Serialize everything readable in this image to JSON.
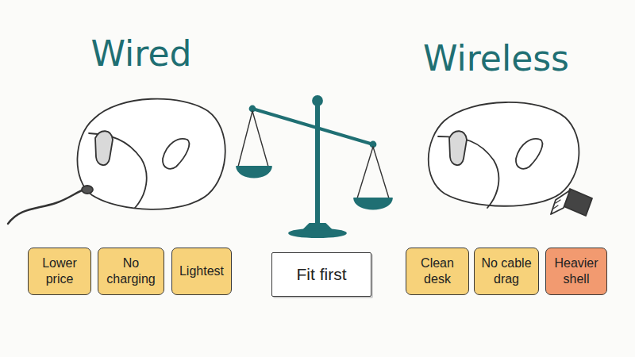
{
  "diagram": {
    "nodes": [
      {
        "text": [
          "Lower price"
        ]
      },
      {
        "text": [
          "No charging"
        ]
      },
      {
        "text": [
          "Lightest"
        ]
      },
      {
        "text": [
          "Fit first"
        ]
      },
      {
        "text": [
          "Clean desk"
        ]
      },
      {
        "text": [
          "No cable drag"
        ]
      },
      {
        "text": [
          "Heavier shell"
        ]
      }
    ],
    "labels": [
      "Wired",
      "Wireless"
    ]
  }
}
